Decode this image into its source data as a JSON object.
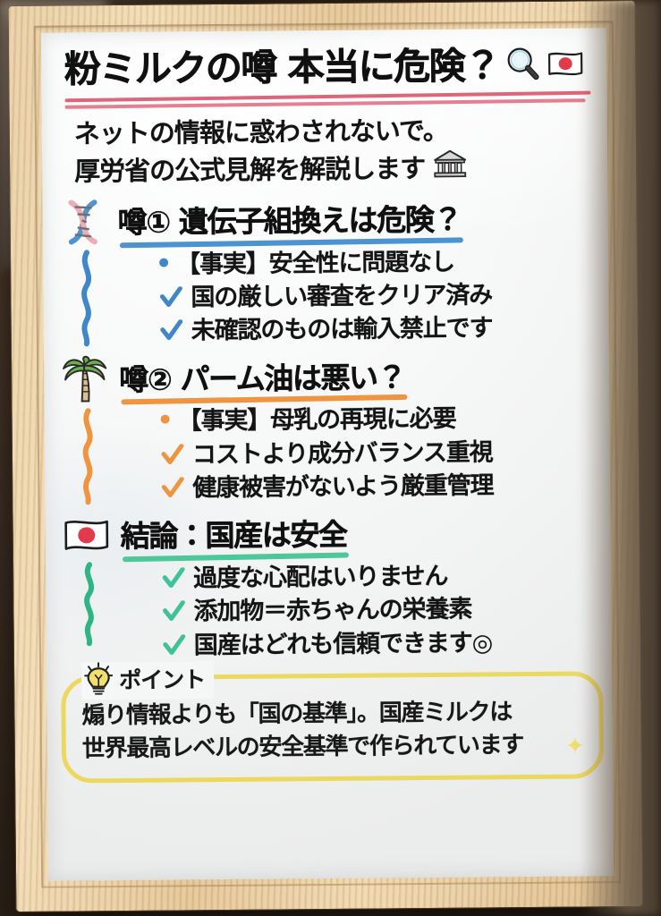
{
  "board": {
    "title": "粉ミルクの噂 本当に危険？",
    "title_icons": [
      "magnifier-icon",
      "japan-flag-icon"
    ],
    "accent_colors": {
      "title_rule": "#d94a63",
      "section1_rule": "#4b93d1",
      "section2_rule": "#ef9440",
      "section3_rule": "#4ec79b",
      "point_box": "#ecd85c"
    },
    "subtitle": {
      "line1": "ネットの情報に惑わされないで。",
      "line2": "厚労省の公式見解を解説します",
      "line2_icon": "classical-building-icon"
    },
    "sections": [
      {
        "icon": "dna-helix-icon",
        "heading": "噂① 遺伝子組換えは危険？",
        "rule_color": "#4b93d1",
        "bullets": [
          {
            "mark": "dot",
            "text": "【事実】安全性に問題なし"
          },
          {
            "mark": "check",
            "text": "国の厳しい審査をクリア済み"
          },
          {
            "mark": "check",
            "text": "未確認のものは輸入禁止です"
          }
        ]
      },
      {
        "icon": "palm-tree-icon",
        "heading": "噂② パーム油は悪い？",
        "rule_color": "#ef9440",
        "bullets": [
          {
            "mark": "dot",
            "text": "【事実】母乳の再現に必要"
          },
          {
            "mark": "check",
            "text": "コストより成分バランス重視"
          },
          {
            "mark": "check",
            "text": "健康被害がないよう厳重管理"
          }
        ]
      },
      {
        "icon": "japan-flag-icon",
        "heading": "結論：国産は安全",
        "rule_color": "#4ec79b",
        "bullets": [
          {
            "mark": "check",
            "text": "過度な心配はいりません"
          },
          {
            "mark": "check",
            "text": "添加物＝赤ちゃんの栄養素"
          },
          {
            "mark": "check",
            "text": "国産はどれも信頼できます◎"
          }
        ]
      }
    ],
    "point": {
      "icon": "lightbulb-icon",
      "label": "ポイント",
      "line1": "煽り情報よりも「国の基準」。国産ミルクは",
      "line2": "世界最高レベルの安全基準で作られています",
      "sparkle": "✦"
    }
  }
}
